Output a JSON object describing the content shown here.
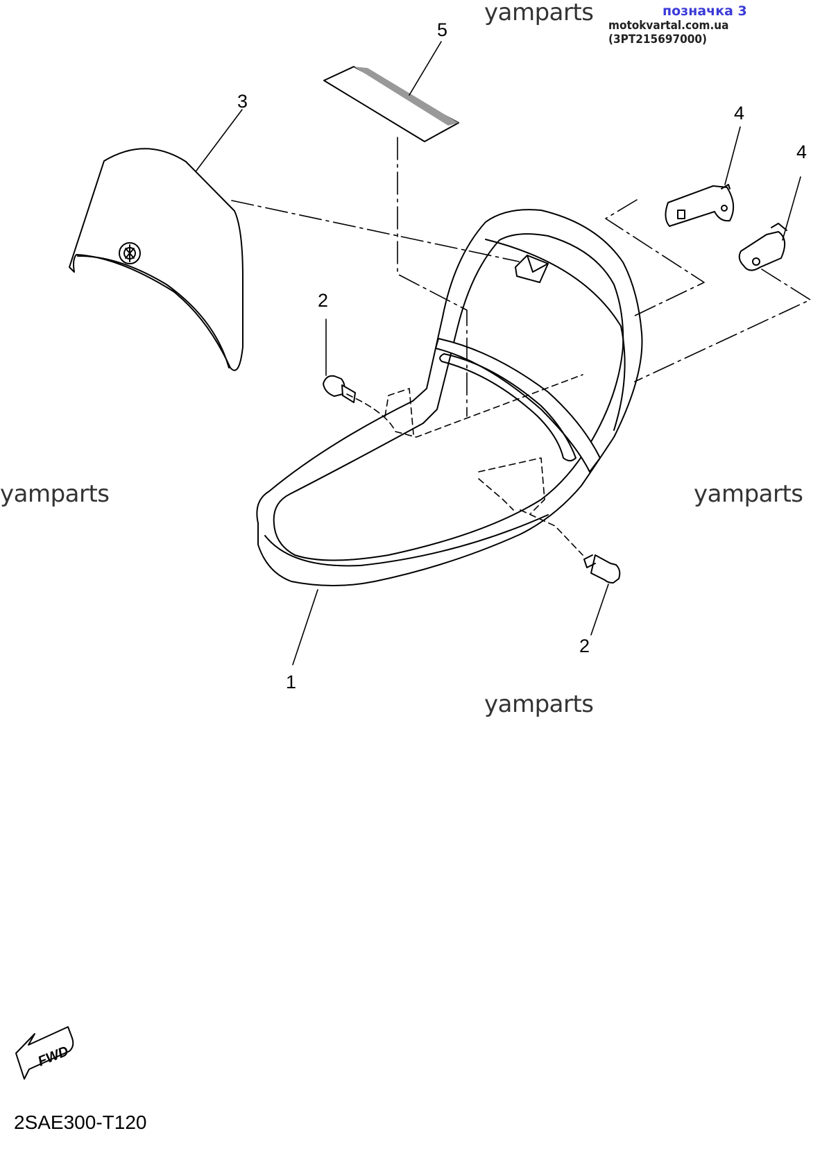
{
  "header": {
    "label": "позначка 3",
    "source": "motokvartal.com.ua (3PT215697000)"
  },
  "watermarks": [
    "yamparts",
    "yamparts",
    "yamparts",
    "yamparts"
  ],
  "callouts": {
    "c1": "1",
    "c2a": "2",
    "c2b": "2",
    "c3": "3",
    "c4a": "4",
    "c4b": "4",
    "c5": "5"
  },
  "fwd_label": "FWD",
  "diagram_code": "2SAE300-T120",
  "colors": {
    "accent": "#3a3ad8",
    "line": "#000000"
  }
}
